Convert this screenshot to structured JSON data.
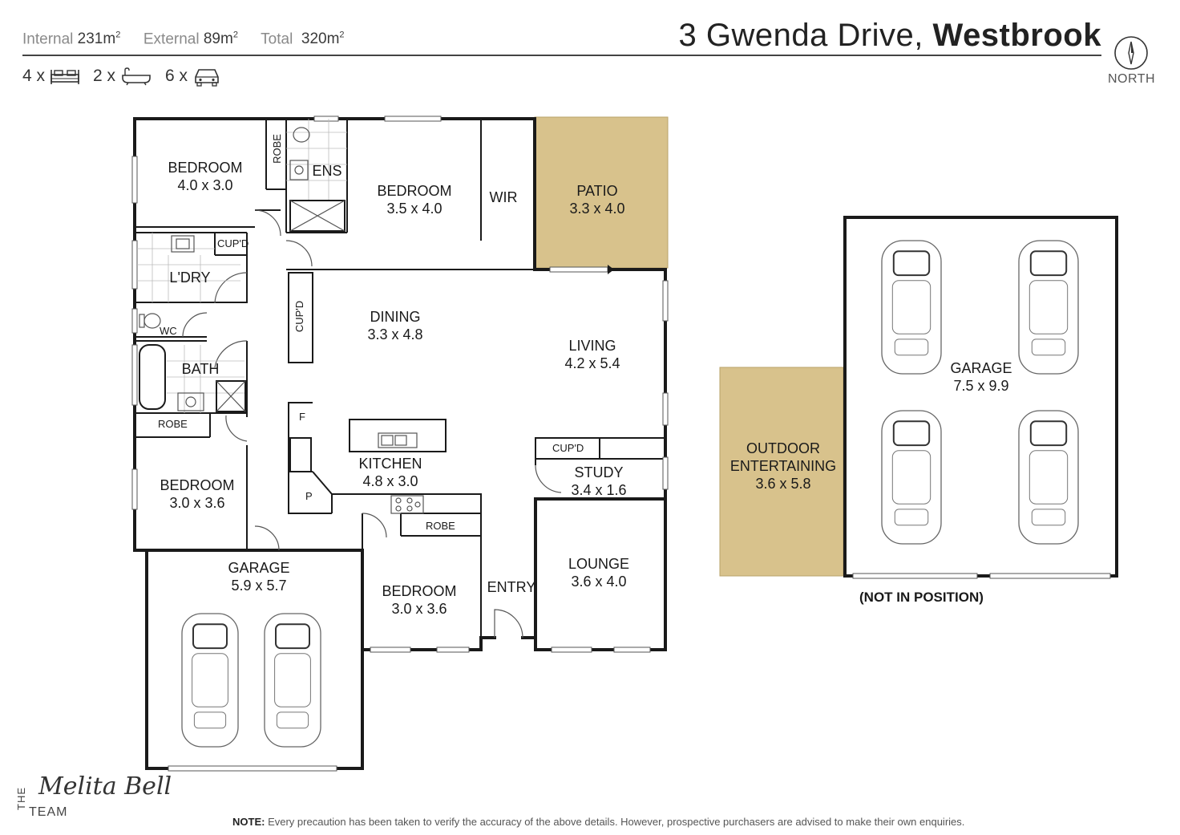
{
  "header": {
    "internal_label": "Internal",
    "internal_value": "231m",
    "external_label": "External",
    "external_value": "89m",
    "total_label": "Total",
    "total_value": "320m",
    "area_superscript": "2",
    "address_street": "3 Gwenda Drive,",
    "address_suburb": "Westbrook"
  },
  "features": {
    "bedrooms": "4 x",
    "bathrooms": "2 x",
    "car_spaces": "6 x"
  },
  "compass": {
    "label": "NORTH"
  },
  "rooms": {
    "bedroom_nw": {
      "name": "BEDROOM",
      "dim": "4.0 x 3.0"
    },
    "robe_1": "ROBE",
    "ensuite": "ENS",
    "bedroom_master": {
      "name": "BEDROOM",
      "dim": "3.5 x 4.0"
    },
    "wir": "WIR",
    "patio": {
      "name": "PATIO",
      "dim": "3.3 x 4.0"
    },
    "cupd_laundry": "CUP'D",
    "laundry": "L'DRY",
    "wc": "WC",
    "cupd_dining": "CUP'D",
    "dining": {
      "name": "DINING",
      "dim": "3.3 x 4.8"
    },
    "living": {
      "name": "LIVING",
      "dim": "4.2 x 5.4"
    },
    "bath": "BATH",
    "robe_2": "ROBE",
    "fridge": "F",
    "kitchen": {
      "name": "KITCHEN",
      "dim": "4.8 x 3.0"
    },
    "pantry": "P",
    "cupd_study": "CUP'D",
    "study": {
      "name": "STUDY",
      "dim": "3.4 x 1.6"
    },
    "bedroom_w": {
      "name": "BEDROOM",
      "dim": "3.0 x 3.6"
    },
    "robe_3": "ROBE",
    "garage_main": {
      "name": "GARAGE",
      "dim": "5.9 x 5.7"
    },
    "bedroom_s": {
      "name": "BEDROOM",
      "dim": "3.0 x 3.6"
    },
    "entry": "ENTRY",
    "lounge": {
      "name": "LOUNGE",
      "dim": "3.6 x 4.0"
    },
    "outdoor": {
      "name_1": "OUTDOOR",
      "name_2": "ENTERTAINING",
      "dim": "3.6 x 5.8"
    },
    "garage_detached": {
      "name": "GARAGE",
      "dim": "7.5 x 9.9"
    }
  },
  "not_in_position": "(NOT IN POSITION)",
  "logo": {
    "the": "THE",
    "script": "Melita Bell",
    "team": "TEAM"
  },
  "note": {
    "label": "NOTE:",
    "text": "Every precaution has been taken to verify the accuracy of the above details. However, prospective purchasers are advised to make their own enquiries."
  },
  "colors": {
    "deck": "#d8c28c",
    "wall": "#1a1a1a"
  }
}
